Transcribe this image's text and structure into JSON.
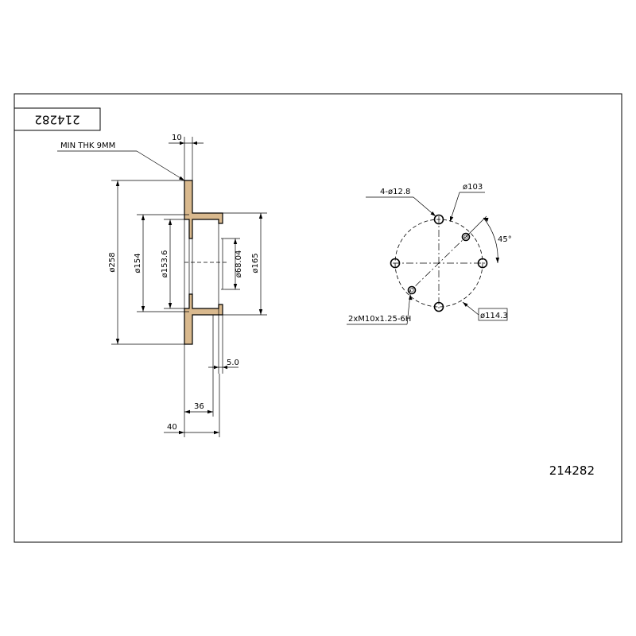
{
  "title_block": {
    "part_number": "214282"
  },
  "footer": {
    "part_number": "214282"
  },
  "section_view": {
    "min_thickness_note": "MIN THK 9MM",
    "dim_thickness": "10",
    "dim_outer_diameter": "ø258",
    "dim_hat_outer_diameter": "ø154",
    "dim_hat_inner_diameter": "ø153.6",
    "dim_center_bore": "ø68.04",
    "dim_hub_diameter": "ø165",
    "dim_hub_step": "5.0",
    "dim_hat_depth": "36",
    "dim_total_height": "40"
  },
  "bolt_view": {
    "holes_note": "4-ø12.8",
    "pcd_inner": "ø103",
    "angle": "45°",
    "threaded_note": "2xM10x1.25-6H",
    "pcd_outer": "ø114.3"
  },
  "colors": {
    "section_fill": "#d9b98e",
    "line": "#000000"
  }
}
